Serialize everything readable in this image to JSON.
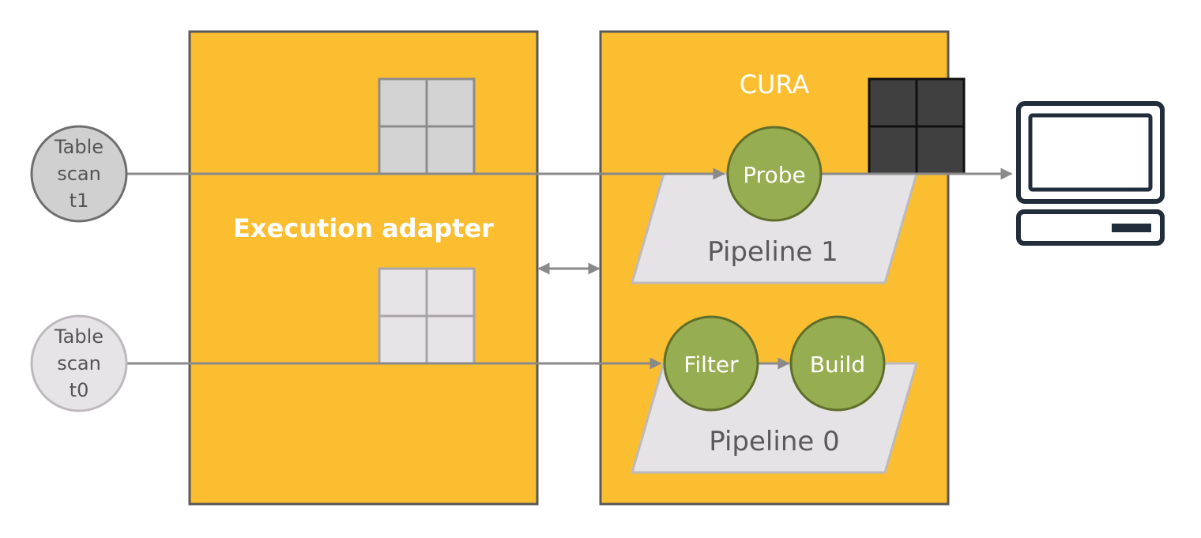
{
  "diagram": {
    "scan_t1": {
      "lines": [
        "Table",
        "scan",
        "t1"
      ]
    },
    "scan_t0": {
      "lines": [
        "Table",
        "scan",
        "t0"
      ]
    },
    "adapter": {
      "label": "Execution adapter"
    },
    "cura": {
      "label": "CURA"
    },
    "pipeline1": {
      "label": "Pipeline 1"
    },
    "pipeline0": {
      "label": "Pipeline 0"
    },
    "probe": {
      "label": "Probe"
    },
    "filter": {
      "label": "Filter"
    },
    "build": {
      "label": "Build"
    }
  },
  "colors": {
    "box_fill": "#FBBE31",
    "box_stroke": "#595959",
    "node_fill": "#97AD51",
    "node_stroke": "#5F6E2A",
    "pipeline_fill": "#E6E3E7",
    "pipeline_stroke": "#BDBABD",
    "arrow": "#8A8A8A",
    "scan_t1_fill": "#D0D0D0",
    "scan_t0_fill": "#E7E4E8",
    "grid_light": "#D3D3D3",
    "grid_lighter": "#E7E4E8",
    "grid_dark": "#404040",
    "monitor": "#222D3B"
  }
}
